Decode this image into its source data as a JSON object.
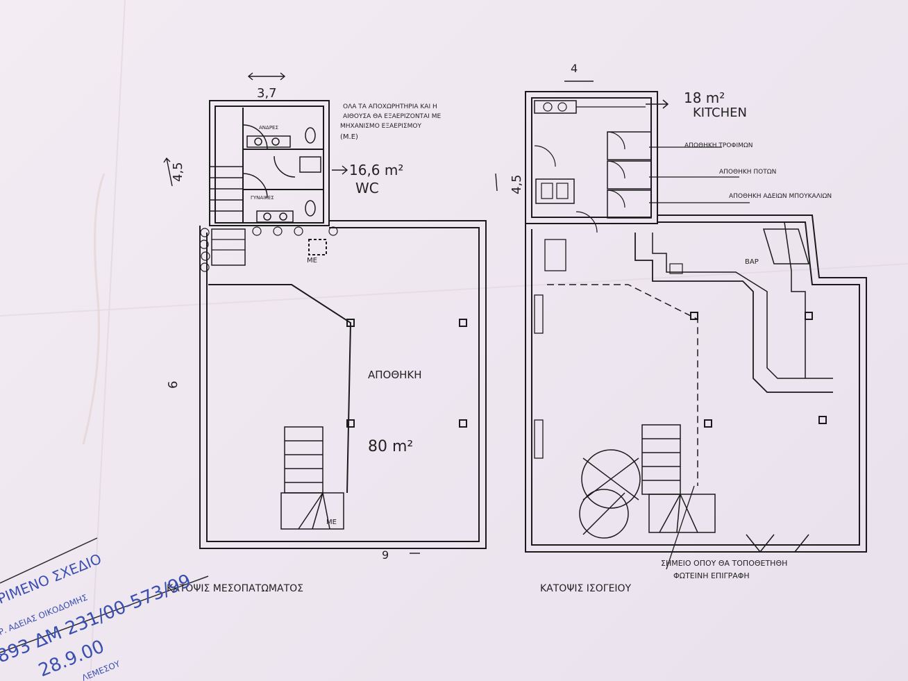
{
  "left_plan": {
    "title": "ΚΑΤΟΨΙΣ ΜΕΣΟΠΑΤΩΜΑΤΟΣ",
    "wc_width": "3,7",
    "wc_depth": "4,5",
    "wc_area": "16,6 m²",
    "wc_label": "WC",
    "men_label": "ΑΝΔΡΕΣ",
    "women_label": "ΓΥΝΑΙΚΕΣ",
    "me_label_1": "ΜΕ",
    "me_label_2": "ΜΕ",
    "storage_label": "ΑΠΟΘΗΚΗ",
    "storage_area": "80 m²",
    "side_dim": "6",
    "bottom_dim": "9",
    "note_lines": [
      "ΟΛΑ ΤΑ ΑΠΟΧΩΡΗΤΗΡΙΑ ΚΑΙ Η",
      "ΑΙΘΟΥΣΑ ΘΑ ΕΞΑΕΡΙΖΟΝΤΑΙ ΜΕ",
      "ΜΗΧΑΝΙΣΜΟ ΕΞΑΕΡΙΣΜΟΥ",
      "(Μ.Ε)"
    ]
  },
  "right_plan": {
    "title": "ΚΑΤΟΨΙΣ ΙΣΟΓΕΙΟΥ",
    "top_dim": "4",
    "side_dim": "4,5",
    "kitchen_area": "18 m²",
    "kitchen_label": "KITCHEN",
    "store_food": "ΑΠΟΘΗΚΗ ΤΡΟΦΙΜΩΝ",
    "store_drinks": "ΑΠΟΘΗΚΗ ΠΟΤΩΝ",
    "store_empty": "ΑΠΟΘΗΚΗ ΑΔΕΙΩΝ ΜΠΟΥΚΑΛΙΩΝ",
    "bar_label": "ΒΑΡ",
    "sign_line_1": "ΣΗΜΕΙΟ ΟΠΟΥ ΘΑ ΤΟΠΟΘΕΤΗΘΗ",
    "sign_line_2": "ΦΩΤΕΙΝΗ ΕΠΙΓΡΑΦΗ"
  },
  "stamp": {
    "line_1": "ΡΙΜΕΝΟ ΣΧΕΔΙΟ",
    "line_2": "Ρ. ΑΔΕΙΑΣ ΟΙΚΟΔΟΜΗΣ",
    "line_3": "893 ΔΜ 231/00-573/99",
    "line_4": "28.9.00",
    "line_5": "ΛΕΜΕΣΟΥ"
  }
}
